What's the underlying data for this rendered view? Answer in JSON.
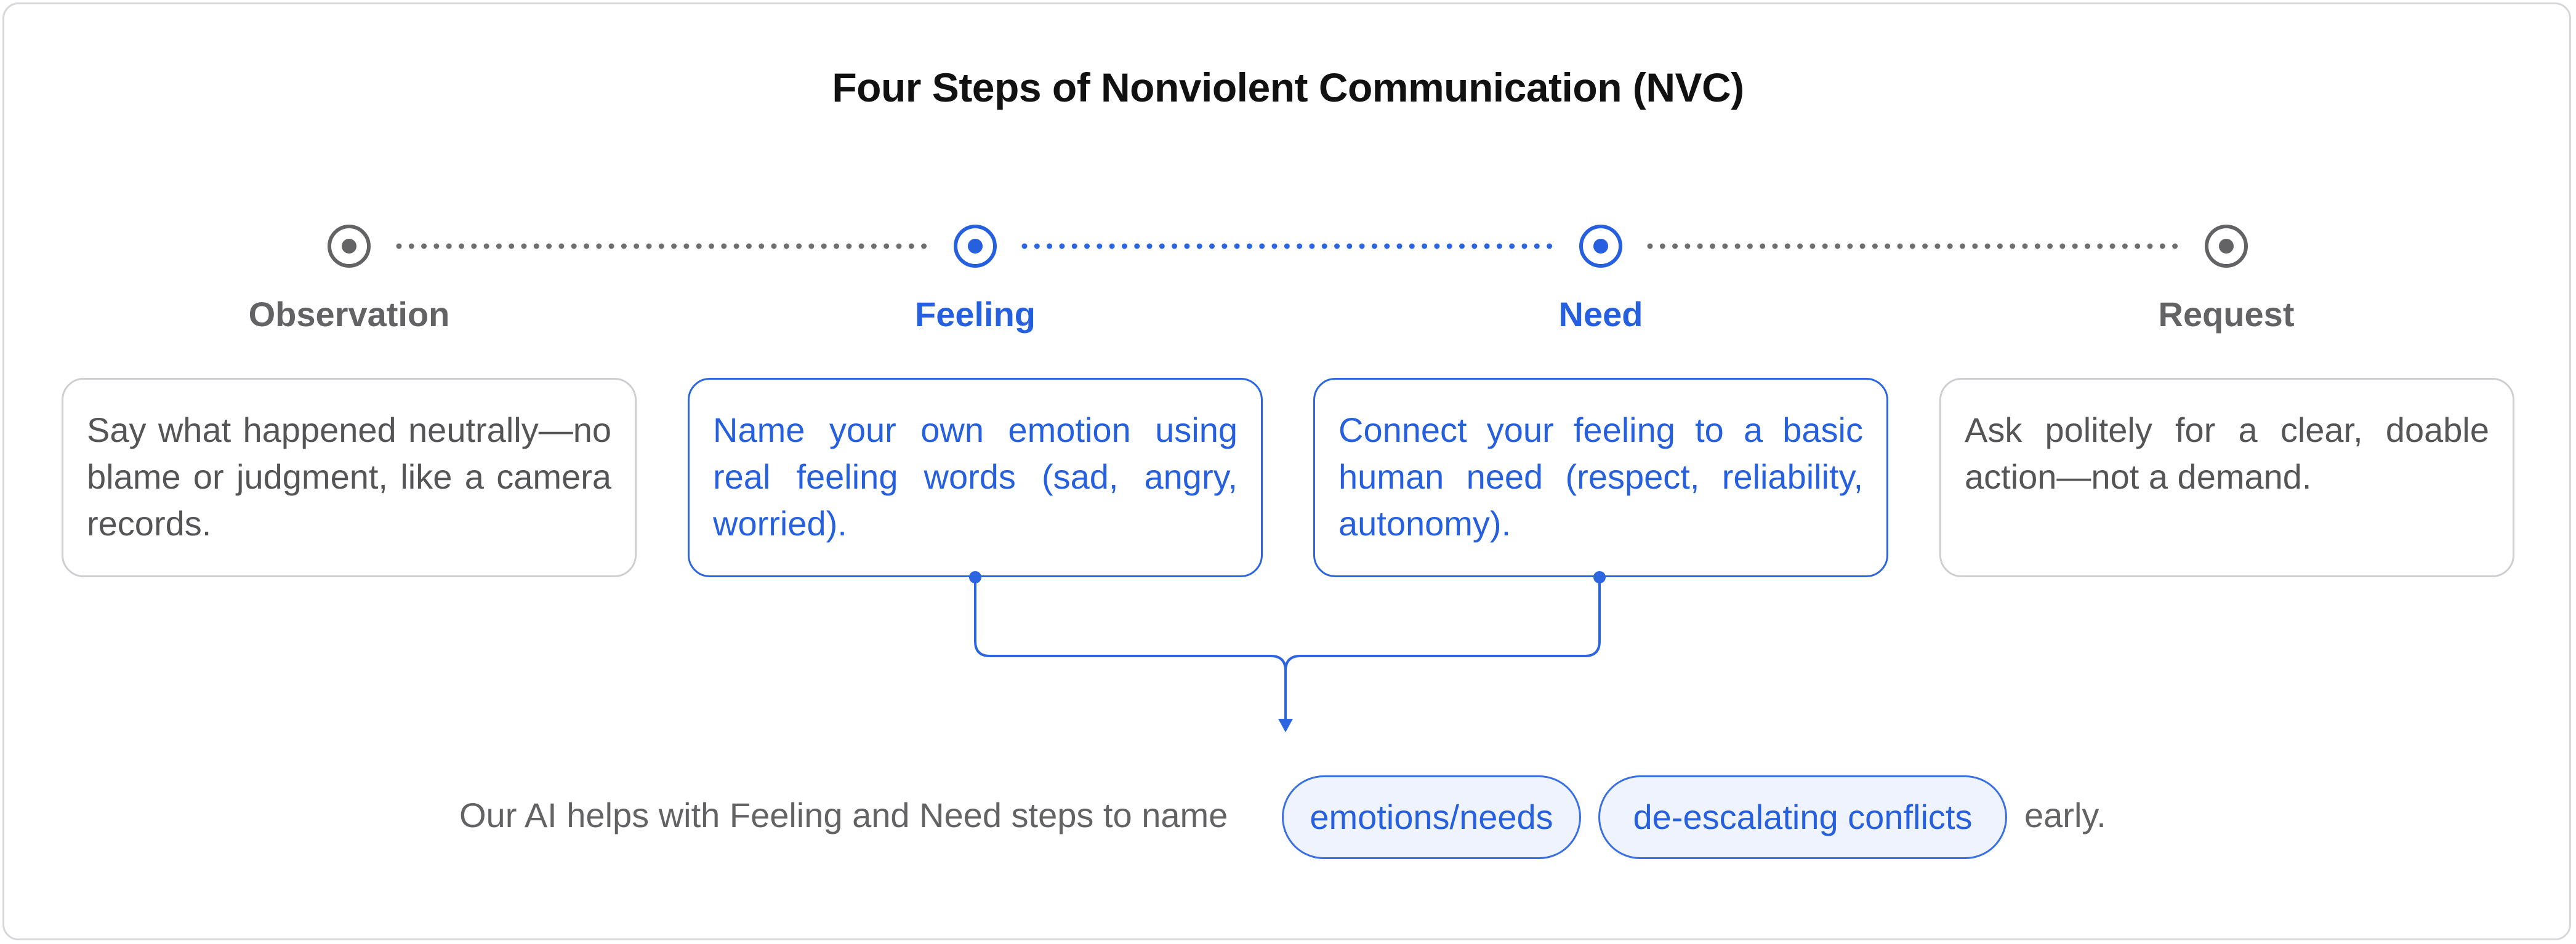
{
  "title": "Four Steps of Nonviolent Communication (NVC)",
  "colors": {
    "accent": "#2660df",
    "neutral_text": "#636366",
    "card_border_grey": "#cfcfd3",
    "pill_bg": "#eef3fd"
  },
  "steps": [
    {
      "label": "Observation",
      "highlighted": false,
      "description": "Say what happened neutrally—no blame or judgment, like a camera records."
    },
    {
      "label": "Feeling",
      "highlighted": true,
      "description": "Name your own emotion using real feeling words (sad, angry, worried)."
    },
    {
      "label": "Need",
      "highlighted": true,
      "description": "Connect your feeling to a basic human need (respect, reliability, autonomy)."
    },
    {
      "label": "Request",
      "highlighted": false,
      "description": "Ask politely for a clear, doable action—not a demand."
    }
  ],
  "summary": {
    "lead": "Our AI helps with Feeling and Need steps to name",
    "tags": [
      "emotions/needs",
      "de-escalating conflicts"
    ],
    "tail": "early."
  }
}
